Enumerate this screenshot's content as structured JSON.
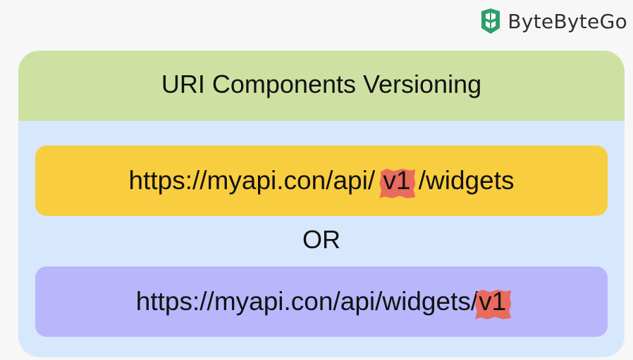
{
  "brand": {
    "name": "ByteByteGo",
    "icon": "bytebytego-logo-icon",
    "icon_color": "#2f9e6e"
  },
  "title": "URI Components Versioning",
  "examples": [
    {
      "prefix": "https://myapi.con/api/ ",
      "version": "v1",
      "suffix": " /widgets",
      "background": "#f8cd3f"
    },
    {
      "prefix": "https://myapi.con/api/widgets/",
      "version": "v1",
      "suffix": "",
      "background": "#b9b6fb"
    }
  ],
  "separator": "OR",
  "colors": {
    "card_background": "#d7e8fd",
    "header_background": "#cfe1a2",
    "version_highlight": "#e86b5d"
  }
}
